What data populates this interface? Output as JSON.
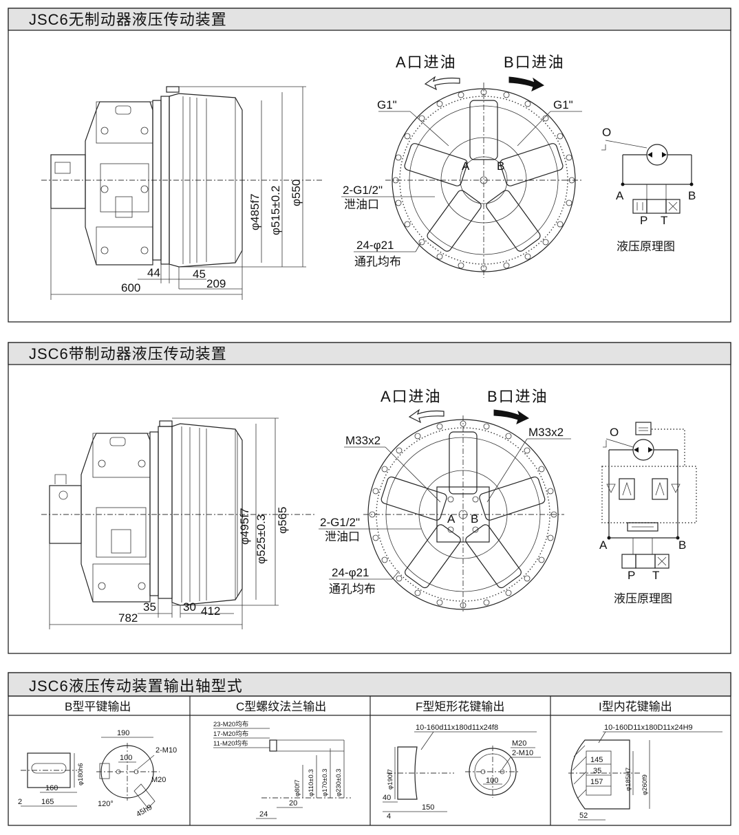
{
  "section1": {
    "title": "JSC6无制动器液压传动装置",
    "port_a": "A口进油",
    "port_b": "B口进油",
    "g1_left": "G1\"",
    "g1_right": "G1\"",
    "a": "A",
    "b": "B",
    "drain_spec": "2-G1/2\"",
    "drain_label": "泄油口",
    "holes_spec": "24-φ21",
    "holes_label": "通孔均布",
    "dim_485": "φ485f7",
    "dim_515": "φ515±0.2",
    "dim_550": "φ550",
    "dim_600": "600",
    "dim_44": "44",
    "dim_45": "45",
    "dim_209": "209",
    "schem_o": "O",
    "schem_a": "A",
    "schem_b": "B",
    "schem_p": "P",
    "schem_t": "T",
    "schem_caption": "液压原理图"
  },
  "section2": {
    "title": "JSC6带制动器液压传动装置",
    "port_a": "A口进油",
    "port_b": "B口进油",
    "m33_left": "M33x2",
    "m33_right": "M33x2",
    "a": "A",
    "b": "B",
    "drain_spec": "2-G1/2\"",
    "drain_label": "泄油口",
    "holes_spec": "24-φ21",
    "holes_label": "通孔均布",
    "dim_495": "φ495f7",
    "dim_525": "φ525±0.3",
    "dim_565": "φ565",
    "dim_782": "782",
    "dim_35": "35",
    "dim_30": "30",
    "dim_412": "412",
    "schem_o": "O",
    "schem_a": "A",
    "schem_b": "B",
    "schem_p": "P",
    "schem_t": "T",
    "schem_caption": "液压原理图"
  },
  "section3": {
    "title": "JSC6液压传动装置输出轴型式",
    "cols": [
      {
        "header": "B型平键输出",
        "labels": [
          "190",
          "100",
          "2-M10",
          "φ180h6",
          "160",
          "165",
          "2",
          "M20",
          "120°",
          "45h9"
        ]
      },
      {
        "header": "C型螺纹法兰输出",
        "labels": [
          "23-M20均布",
          "17-M20均布",
          "11-M20均布",
          "φ80f7",
          "φ110±0.3",
          "φ170±0.3",
          "φ230±0.3",
          "20",
          "24"
        ]
      },
      {
        "header": "F型矩形花键输出",
        "labels": [
          "10-160d11x180d11x24f8",
          "M20",
          "2-M10",
          "φ190f7",
          "100",
          "40",
          "4",
          "150"
        ]
      },
      {
        "header": "I型内花键输出",
        "labels": [
          "10-160D11x180D11x24H9",
          "145",
          "35",
          "157",
          "φ185H7",
          "φ260f9",
          "52"
        ]
      }
    ]
  }
}
